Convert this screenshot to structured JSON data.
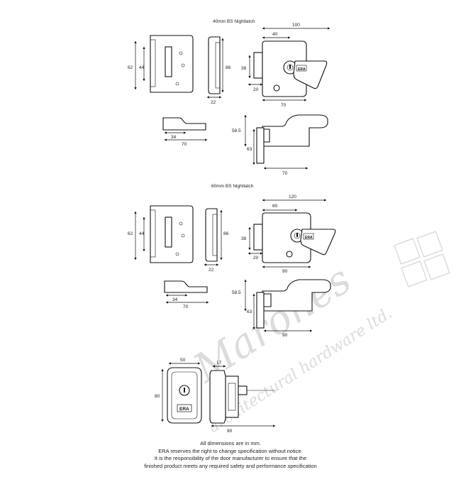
{
  "sections": [
    {
      "title": "40mm BS Nightlatch",
      "keep_height": "62",
      "keep_inner": "44",
      "staple_height": "86",
      "staple_depth": "22",
      "lock_width": "100",
      "backset": "40",
      "lock_height": "38",
      "bolt_throw": "20",
      "body_width": "70",
      "plan_keep_depth": "34",
      "plan_keep_width": "70",
      "side_height": "58.5",
      "side_inner": "63",
      "side_width": "70"
    },
    {
      "title": "60mm BS Nightlatch",
      "keep_height": "62",
      "keep_inner": "44",
      "staple_height": "86",
      "staple_depth": "22",
      "lock_width": "120",
      "backset": "60",
      "lock_height": "38",
      "bolt_throw": "20",
      "body_width": "90",
      "plan_keep_depth": "34",
      "plan_keep_width": "70",
      "side_height": "58.5",
      "side_inner": "63",
      "side_width": "90"
    }
  ],
  "cylinder_pull": {
    "width": "50",
    "height": "80",
    "projection": "17",
    "depth": "90",
    "brand": "ERA"
  },
  "brand_mark": "ERA",
  "watermark": {
    "name": "Marones",
    "tagline": "architectural hardware ltd."
  },
  "notes": [
    "All dimensions are in mm.",
    "ERA reserves the right to change specification without notice.",
    "It is the responsibility of the door manufacturer to ensure that the",
    "finished product meets any required safety and performance specification"
  ]
}
